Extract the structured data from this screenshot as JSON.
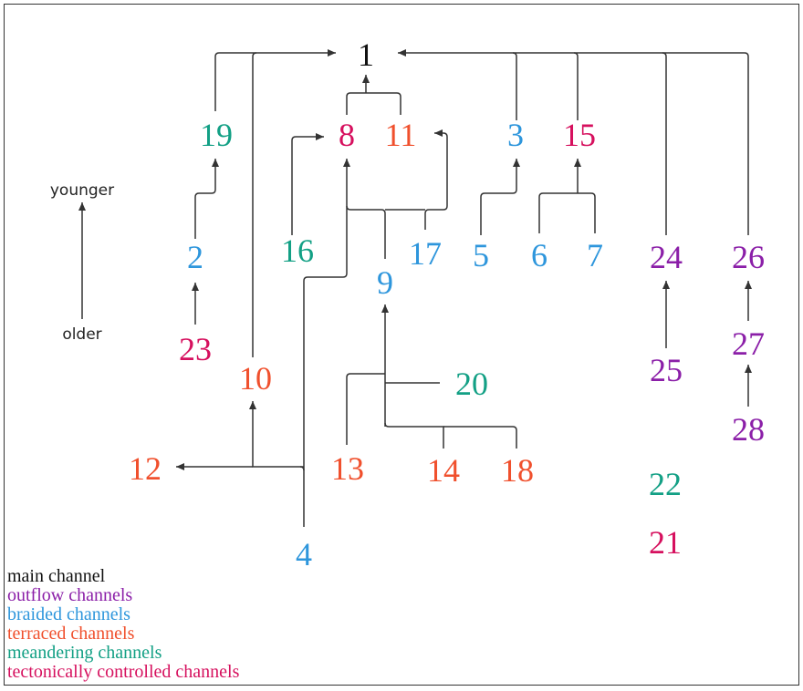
{
  "colors": {
    "main": "#111111",
    "outflow": "#8B1FA8",
    "braided": "#2E96DC",
    "terraced": "#F0502D",
    "meandering": "#13A085",
    "tectonic": "#D6105E",
    "edge": "#333333"
  },
  "time_axis": {
    "top_label": "younger",
    "bottom_label": "older"
  },
  "nodes": [
    {
      "id": "1",
      "type": "main"
    },
    {
      "id": "19",
      "type": "meandering"
    },
    {
      "id": "8",
      "type": "tectonic"
    },
    {
      "id": "11",
      "type": "terraced"
    },
    {
      "id": "3",
      "type": "braided"
    },
    {
      "id": "15",
      "type": "tectonic"
    },
    {
      "id": "2",
      "type": "braided"
    },
    {
      "id": "16",
      "type": "meandering"
    },
    {
      "id": "17",
      "type": "braided"
    },
    {
      "id": "5",
      "type": "braided"
    },
    {
      "id": "6",
      "type": "braided"
    },
    {
      "id": "7",
      "type": "braided"
    },
    {
      "id": "24",
      "type": "outflow"
    },
    {
      "id": "26",
      "type": "outflow"
    },
    {
      "id": "9",
      "type": "braided"
    },
    {
      "id": "23",
      "type": "tectonic"
    },
    {
      "id": "10",
      "type": "terraced"
    },
    {
      "id": "27",
      "type": "outflow"
    },
    {
      "id": "25",
      "type": "outflow"
    },
    {
      "id": "20",
      "type": "meandering"
    },
    {
      "id": "28",
      "type": "outflow"
    },
    {
      "id": "12",
      "type": "terraced"
    },
    {
      "id": "13",
      "type": "terraced"
    },
    {
      "id": "14",
      "type": "terraced"
    },
    {
      "id": "18",
      "type": "terraced"
    },
    {
      "id": "22",
      "type": "meandering"
    },
    {
      "id": "21",
      "type": "tectonic"
    },
    {
      "id": "4",
      "type": "braided"
    }
  ],
  "edges": [
    {
      "from": "19",
      "to": "1"
    },
    {
      "from": "10",
      "to": "1"
    },
    {
      "from": "8",
      "to": "1"
    },
    {
      "from": "11",
      "to": "1"
    },
    {
      "from": "3",
      "to": "1"
    },
    {
      "from": "15",
      "to": "1"
    },
    {
      "from": "24",
      "to": "1"
    },
    {
      "from": "26",
      "to": "1"
    },
    {
      "from": "2",
      "to": "19"
    },
    {
      "from": "23",
      "to": "2"
    },
    {
      "from": "16",
      "to": "8"
    },
    {
      "from": "9",
      "to": "8"
    },
    {
      "from": "17",
      "to": "11"
    },
    {
      "from": "4",
      "to": "8"
    },
    {
      "from": "5",
      "to": "3"
    },
    {
      "from": "6",
      "to": "15"
    },
    {
      "from": "7",
      "to": "15"
    },
    {
      "from": "25",
      "to": "24"
    },
    {
      "from": "27",
      "to": "26"
    },
    {
      "from": "28",
      "to": "27"
    },
    {
      "from": "13",
      "to": "9"
    },
    {
      "from": "20",
      "to": "9"
    },
    {
      "from": "14",
      "to": "9"
    },
    {
      "from": "18",
      "to": "9"
    },
    {
      "from": "4",
      "to": "10"
    },
    {
      "from": "4",
      "to": "12"
    }
  ],
  "legend": [
    {
      "label": "main channel",
      "type": "main"
    },
    {
      "label": "outflow channels",
      "type": "outflow"
    },
    {
      "label": "braided channels",
      "type": "braided"
    },
    {
      "label": "terraced channels",
      "type": "terraced"
    },
    {
      "label": "meandering channels",
      "type": "meandering"
    },
    {
      "label": "tectonically controlled channels",
      "type": "tectonic"
    }
  ]
}
